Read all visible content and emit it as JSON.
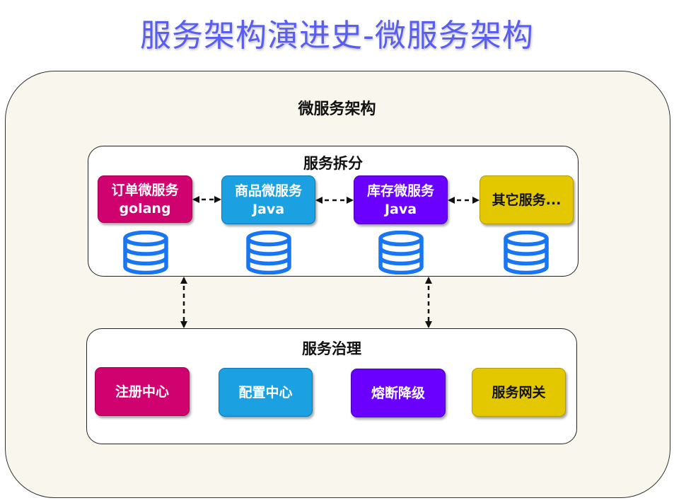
{
  "title": "服务架构演进史-微服务架构",
  "outer": {
    "label": "微服务架构"
  },
  "split": {
    "label": "服务拆分",
    "services": [
      {
        "line1": "订单微服务",
        "line2": "golang"
      },
      {
        "line1": "商品微服务",
        "line2": "Java"
      },
      {
        "line1": "库存微服务",
        "line2": "Java"
      },
      {
        "line1": "其它服务..."
      }
    ],
    "database_icon": "database-icon"
  },
  "governance": {
    "label": "服务治理",
    "items": [
      "注册中心",
      "配置中心",
      "熔断降级",
      "服务网关"
    ]
  },
  "colors": {
    "title": "#5a5ef0",
    "magenta": "#d0026f",
    "blue": "#1ba1e2",
    "purple": "#6a00ff",
    "yellow": "#e3c800",
    "database": "#1976f2",
    "background": "#f9f7ed"
  }
}
